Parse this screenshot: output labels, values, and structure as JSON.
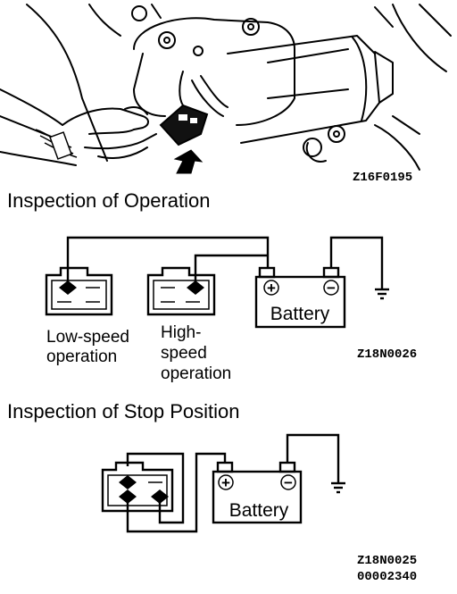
{
  "illustration": {
    "figure_code": "Z16F0195"
  },
  "section_operation": {
    "heading": "Inspection of Operation",
    "low_speed_label_line1": "Low-speed",
    "low_speed_label_line2": "operation",
    "high_speed_label_line1": "High-",
    "high_speed_label_line2": "speed",
    "high_speed_label_line3": "operation",
    "battery_label": "Battery",
    "battery_positive_symbol": "+",
    "battery_negative_symbol": "−",
    "figure_code": "Z18N0026"
  },
  "section_stop": {
    "heading": "Inspection of Stop Position",
    "battery_label": "Battery",
    "battery_positive_symbol": "+",
    "battery_negative_symbol": "−",
    "figure_code": "Z18N0025"
  },
  "page_code": "00002340"
}
